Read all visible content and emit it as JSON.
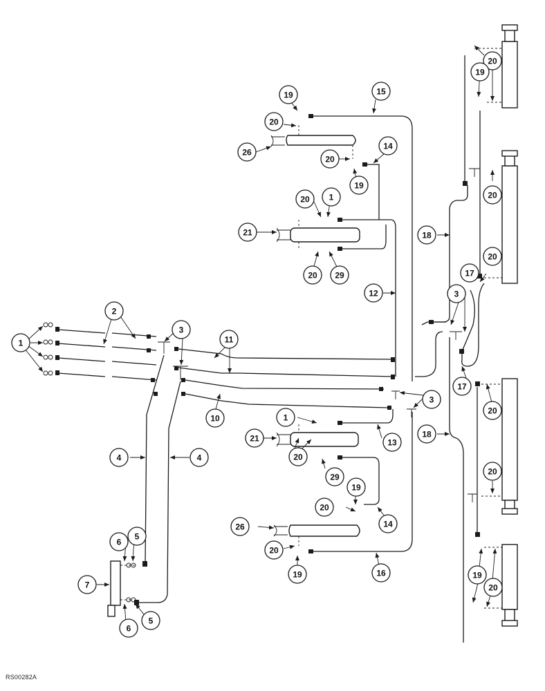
{
  "figure": {
    "code": "RS00282A",
    "part_numbers": [
      "1",
      "2",
      "3",
      "4",
      "5",
      "6",
      "7",
      "10",
      "11",
      "12",
      "13",
      "14",
      "15",
      "16",
      "17",
      "18",
      "19",
      "20",
      "21",
      "26",
      "29"
    ]
  }
}
